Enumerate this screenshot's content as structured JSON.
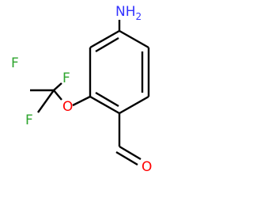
{
  "molecule": {
    "labels": {
      "nh2_main": "NH",
      "nh2_sub": "2",
      "f_top": "F",
      "f_left": "F",
      "f_bottom": "F",
      "o_ether": "O",
      "o_aldehyde": "O"
    },
    "colors": {
      "bond": "#000000",
      "nitrogen": "#3333ff",
      "fluorine": "#2ea52e",
      "oxygen": "#ff0000"
    }
  }
}
